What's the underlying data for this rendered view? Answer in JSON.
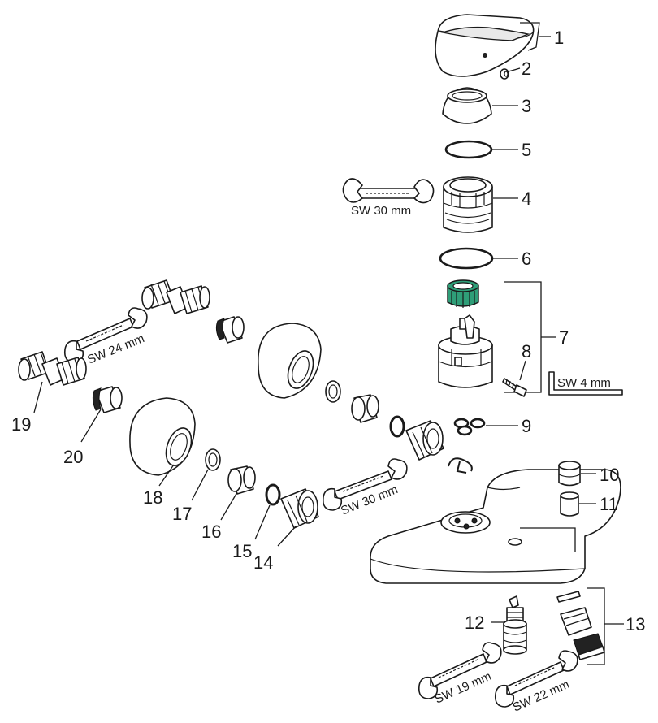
{
  "diagram": {
    "part_numbers": [
      "1",
      "2",
      "3",
      "5",
      "4",
      "6",
      "7",
      "8",
      "9",
      "10",
      "11",
      "12",
      "13",
      "14",
      "15",
      "16",
      "17",
      "18",
      "19",
      "20"
    ],
    "tool_labels": {
      "sw30_top": "SW 30 mm",
      "sw4": "SW 4 mm",
      "sw24": "SW 24 mm",
      "sw30_mid": "SW 30 mm",
      "sw19": "SW 19 mm",
      "sw22": "SW 22 mm"
    }
  }
}
